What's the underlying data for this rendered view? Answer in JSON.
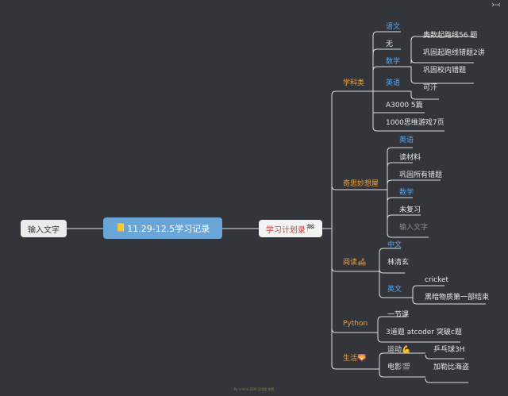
{
  "nodes": {
    "input": "输入文字",
    "center": "11.29-12.5学习记录",
    "center_icon": "📒",
    "plan": "学习计划录",
    "plan_icon": "🏁"
  },
  "branches": {
    "subjects": {
      "label": "学科类",
      "chinese": "语文",
      "none": "无",
      "olympiad": "奥数起跑线56 题",
      "math": "数学",
      "review_errors": "巩固起跑线错题2讲",
      "school_errors": "巩固校内错题",
      "english": "英语",
      "keyan": "可汗",
      "a3000": "A3000  5篇",
      "thinking_game": "1000思维游戏7页"
    },
    "wonder": {
      "label": "奇思妙想屋",
      "english": "英语",
      "read_material": "读材料",
      "review_all_errors": "巩固所有错题",
      "math": "数学",
      "not_reviewed": "未复习",
      "placeholder": "输入文字"
    },
    "reading": {
      "label": "阅读",
      "icon": "🛋",
      "chinese": "中文",
      "lin": "林清玄",
      "english": "英文",
      "cricket": "cricket",
      "dark_materials": "黑暗物质第一部结束"
    },
    "python": {
      "label": "Python",
      "lesson": "一节课",
      "atcoder": "3道题 atcoder 突破c题"
    },
    "life": {
      "label": "生活",
      "icon": "🌄",
      "sports": "运动",
      "sports_icon": "💪",
      "pingpong": "乒乓球3H",
      "movie": "电影",
      "movie_icon": "🎬",
      "pirates": "加勒比海盗"
    }
  },
  "footer": "By xmind ZEN 试用版 免费",
  "icons": {
    "expand": "expand-icon"
  },
  "colors": {
    "background": "#34353a",
    "line": "#e0e0e0",
    "accent_blue": "#5aa8f2",
    "accent_orange": "#f2a33a",
    "center_fill": "#6aa5d8"
  }
}
